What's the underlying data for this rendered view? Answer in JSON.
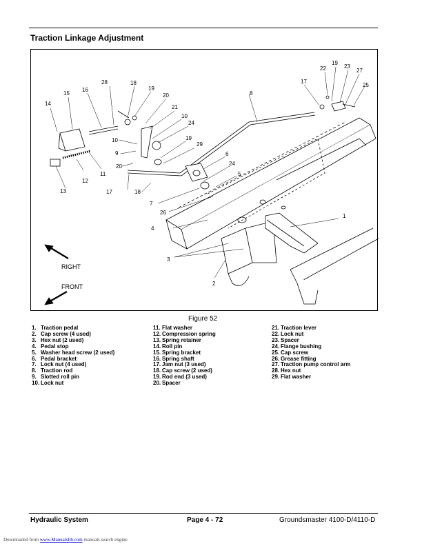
{
  "page": {
    "title": "Traction Linkage Adjustment",
    "figure_caption": "Figure 52",
    "footer": {
      "section": "Hydraulic System",
      "page_number": "Page 4 - 72",
      "model": "Groundsmaster 4100-D/4110-D"
    },
    "download": {
      "prefix": "Downloaded from",
      "site": "www.Manualslib.com",
      "suffix": "manuals search engine"
    }
  },
  "figure": {
    "direction_right": "RIGHT",
    "direction_front": "FRONT",
    "callouts": {
      "c1": "1",
      "c2": "2",
      "c3": "3",
      "c4": "4",
      "c5": "5",
      "c6": "6",
      "c7": "7",
      "c8": "8",
      "c9": "9",
      "c10a": "10",
      "c10b": "10",
      "c11": "11",
      "c12": "12",
      "c13": "13",
      "c14": "14",
      "c15": "15",
      "c16": "16",
      "c17a": "17",
      "c17b": "17",
      "c18a": "18",
      "c18b": "18",
      "c19a": "19",
      "c19b": "19",
      "c19c": "19",
      "c20a": "20",
      "c20b": "20",
      "c21": "21",
      "c22": "22",
      "c23": "23",
      "c24a": "24",
      "c24b": "24",
      "c25": "25",
      "c26": "26",
      "c27": "27",
      "c28": "28",
      "c29": "29"
    }
  },
  "legend": {
    "col1": [
      {
        "num": "1.",
        "text": "Traction pedal"
      },
      {
        "num": "2.",
        "text": "Cap screw (4 used)"
      },
      {
        "num": "3.",
        "text": "Hex nut (2 used)"
      },
      {
        "num": "4.",
        "text": "Pedal stop"
      },
      {
        "num": "5.",
        "text": "Washer head screw (2 used)"
      },
      {
        "num": "6.",
        "text": "Pedal bracket"
      },
      {
        "num": "7.",
        "text": "Lock nut (4 used)"
      },
      {
        "num": "8.",
        "text": "Traction rod"
      },
      {
        "num": "9.",
        "text": "Slotted roll pin"
      },
      {
        "num": "10.",
        "text": "Lock nut"
      }
    ],
    "col2": [
      {
        "num": "11.",
        "text": "Flat washer"
      },
      {
        "num": "12.",
        "text": "Compression spring"
      },
      {
        "num": "13.",
        "text": "Spring retainer"
      },
      {
        "num": "14.",
        "text": "Roll pin"
      },
      {
        "num": "15.",
        "text": "Spring bracket"
      },
      {
        "num": "16.",
        "text": "Spring shaft"
      },
      {
        "num": "17.",
        "text": "Jam nut (3 used)"
      },
      {
        "num": "18.",
        "text": "Cap screw (2 used)"
      },
      {
        "num": "19.",
        "text": "Rod end (3 used)"
      },
      {
        "num": "20.",
        "text": "Spacer"
      }
    ],
    "col3": [
      {
        "num": "21.",
        "text": "Traction lever"
      },
      {
        "num": "22.",
        "text": "Lock nut"
      },
      {
        "num": "23.",
        "text": "Spacer"
      },
      {
        "num": "24.",
        "text": "Flange bushing"
      },
      {
        "num": "25.",
        "text": "Cap screw"
      },
      {
        "num": "26.",
        "text": "Grease fitting"
      },
      {
        "num": "27.",
        "text": "Traction pump control arm"
      },
      {
        "num": "28.",
        "text": "Hex nut"
      },
      {
        "num": "29.",
        "text": "Flat washer"
      }
    ]
  }
}
